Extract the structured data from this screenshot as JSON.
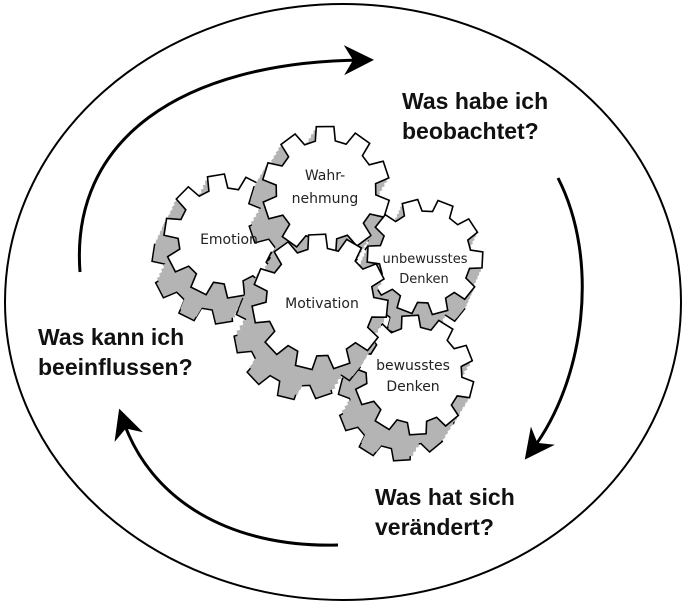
{
  "questions": {
    "observed": {
      "line1": "Was habe ich",
      "line2": "beobachtet?"
    },
    "changed": {
      "line1": "Was hat sich",
      "line2": "verändert?"
    },
    "influence": {
      "line1": "Was kann ich",
      "line2": "beeinflussen?"
    }
  },
  "gears": {
    "emotion": {
      "label": "Emotion"
    },
    "wahrnehmung": {
      "line1": "Wahr-",
      "line2": "nehmung"
    },
    "unbewusstes": {
      "line1": "unbewusstes",
      "line2": "Denken"
    },
    "motivation": {
      "label": "Motivation"
    },
    "bewusstes": {
      "line1": "bewusstes",
      "line2": "Denken"
    }
  },
  "colors": {
    "outline": "#000000",
    "gear_face": "#ffffff",
    "gear_side": "#b4b4b4",
    "arrow": "#000000"
  }
}
